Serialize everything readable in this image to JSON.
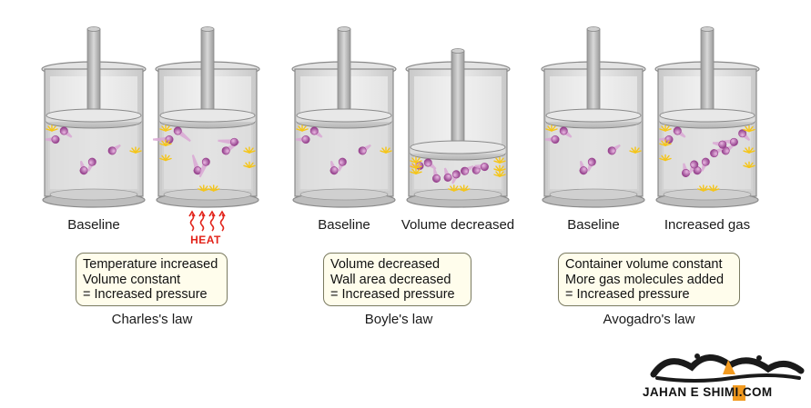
{
  "cylinders": [
    {
      "label": "Baseline"
    },
    {
      "label": "",
      "heat_label": "HEAT"
    },
    {
      "label": "Baseline"
    },
    {
      "label": "Volume decreased"
    },
    {
      "label": "Baseline"
    },
    {
      "label": "Increased gas"
    }
  ],
  "laws": [
    {
      "lines": [
        "Temperature increased",
        "Volume constant",
        "= Increased pressure"
      ],
      "name": "Charles's law"
    },
    {
      "lines": [
        "Volume decreased",
        "Wall area decreased",
        "= Increased pressure"
      ],
      "name": "Boyle's law"
    },
    {
      "lines": [
        "Container volume constant",
        "More gas molecules added",
        "= Increased pressure"
      ],
      "name": "Avogadro's law"
    }
  ],
  "watermark": {
    "text": "JAHAN E SHIMI.COM"
  },
  "colors": {
    "molecule": "#9b3f8f",
    "heat": "#e2231a",
    "impact": "#f5c518",
    "box_fill": "#fffdec"
  }
}
